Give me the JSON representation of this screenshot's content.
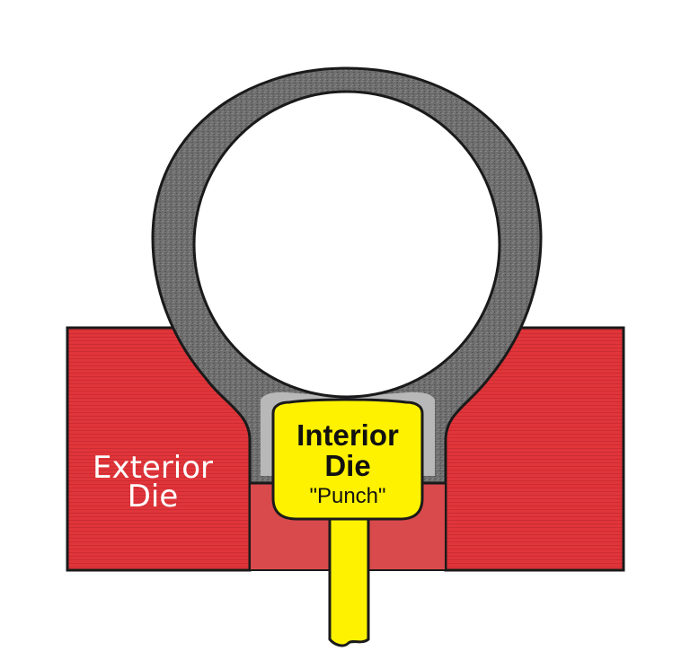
{
  "labels": {
    "exterior_line1": "Exterior",
    "exterior_line2": "Die",
    "interior_line1": "Interior",
    "interior_line2": "Die",
    "interior_line3": "\"Punch\""
  },
  "colors": {
    "exterior_die": "#e0353a",
    "exterior_die_inner": "#d94a4c",
    "ring": "#6a6a6a",
    "punch": "#fff200",
    "outline": "#1a1a1a"
  }
}
